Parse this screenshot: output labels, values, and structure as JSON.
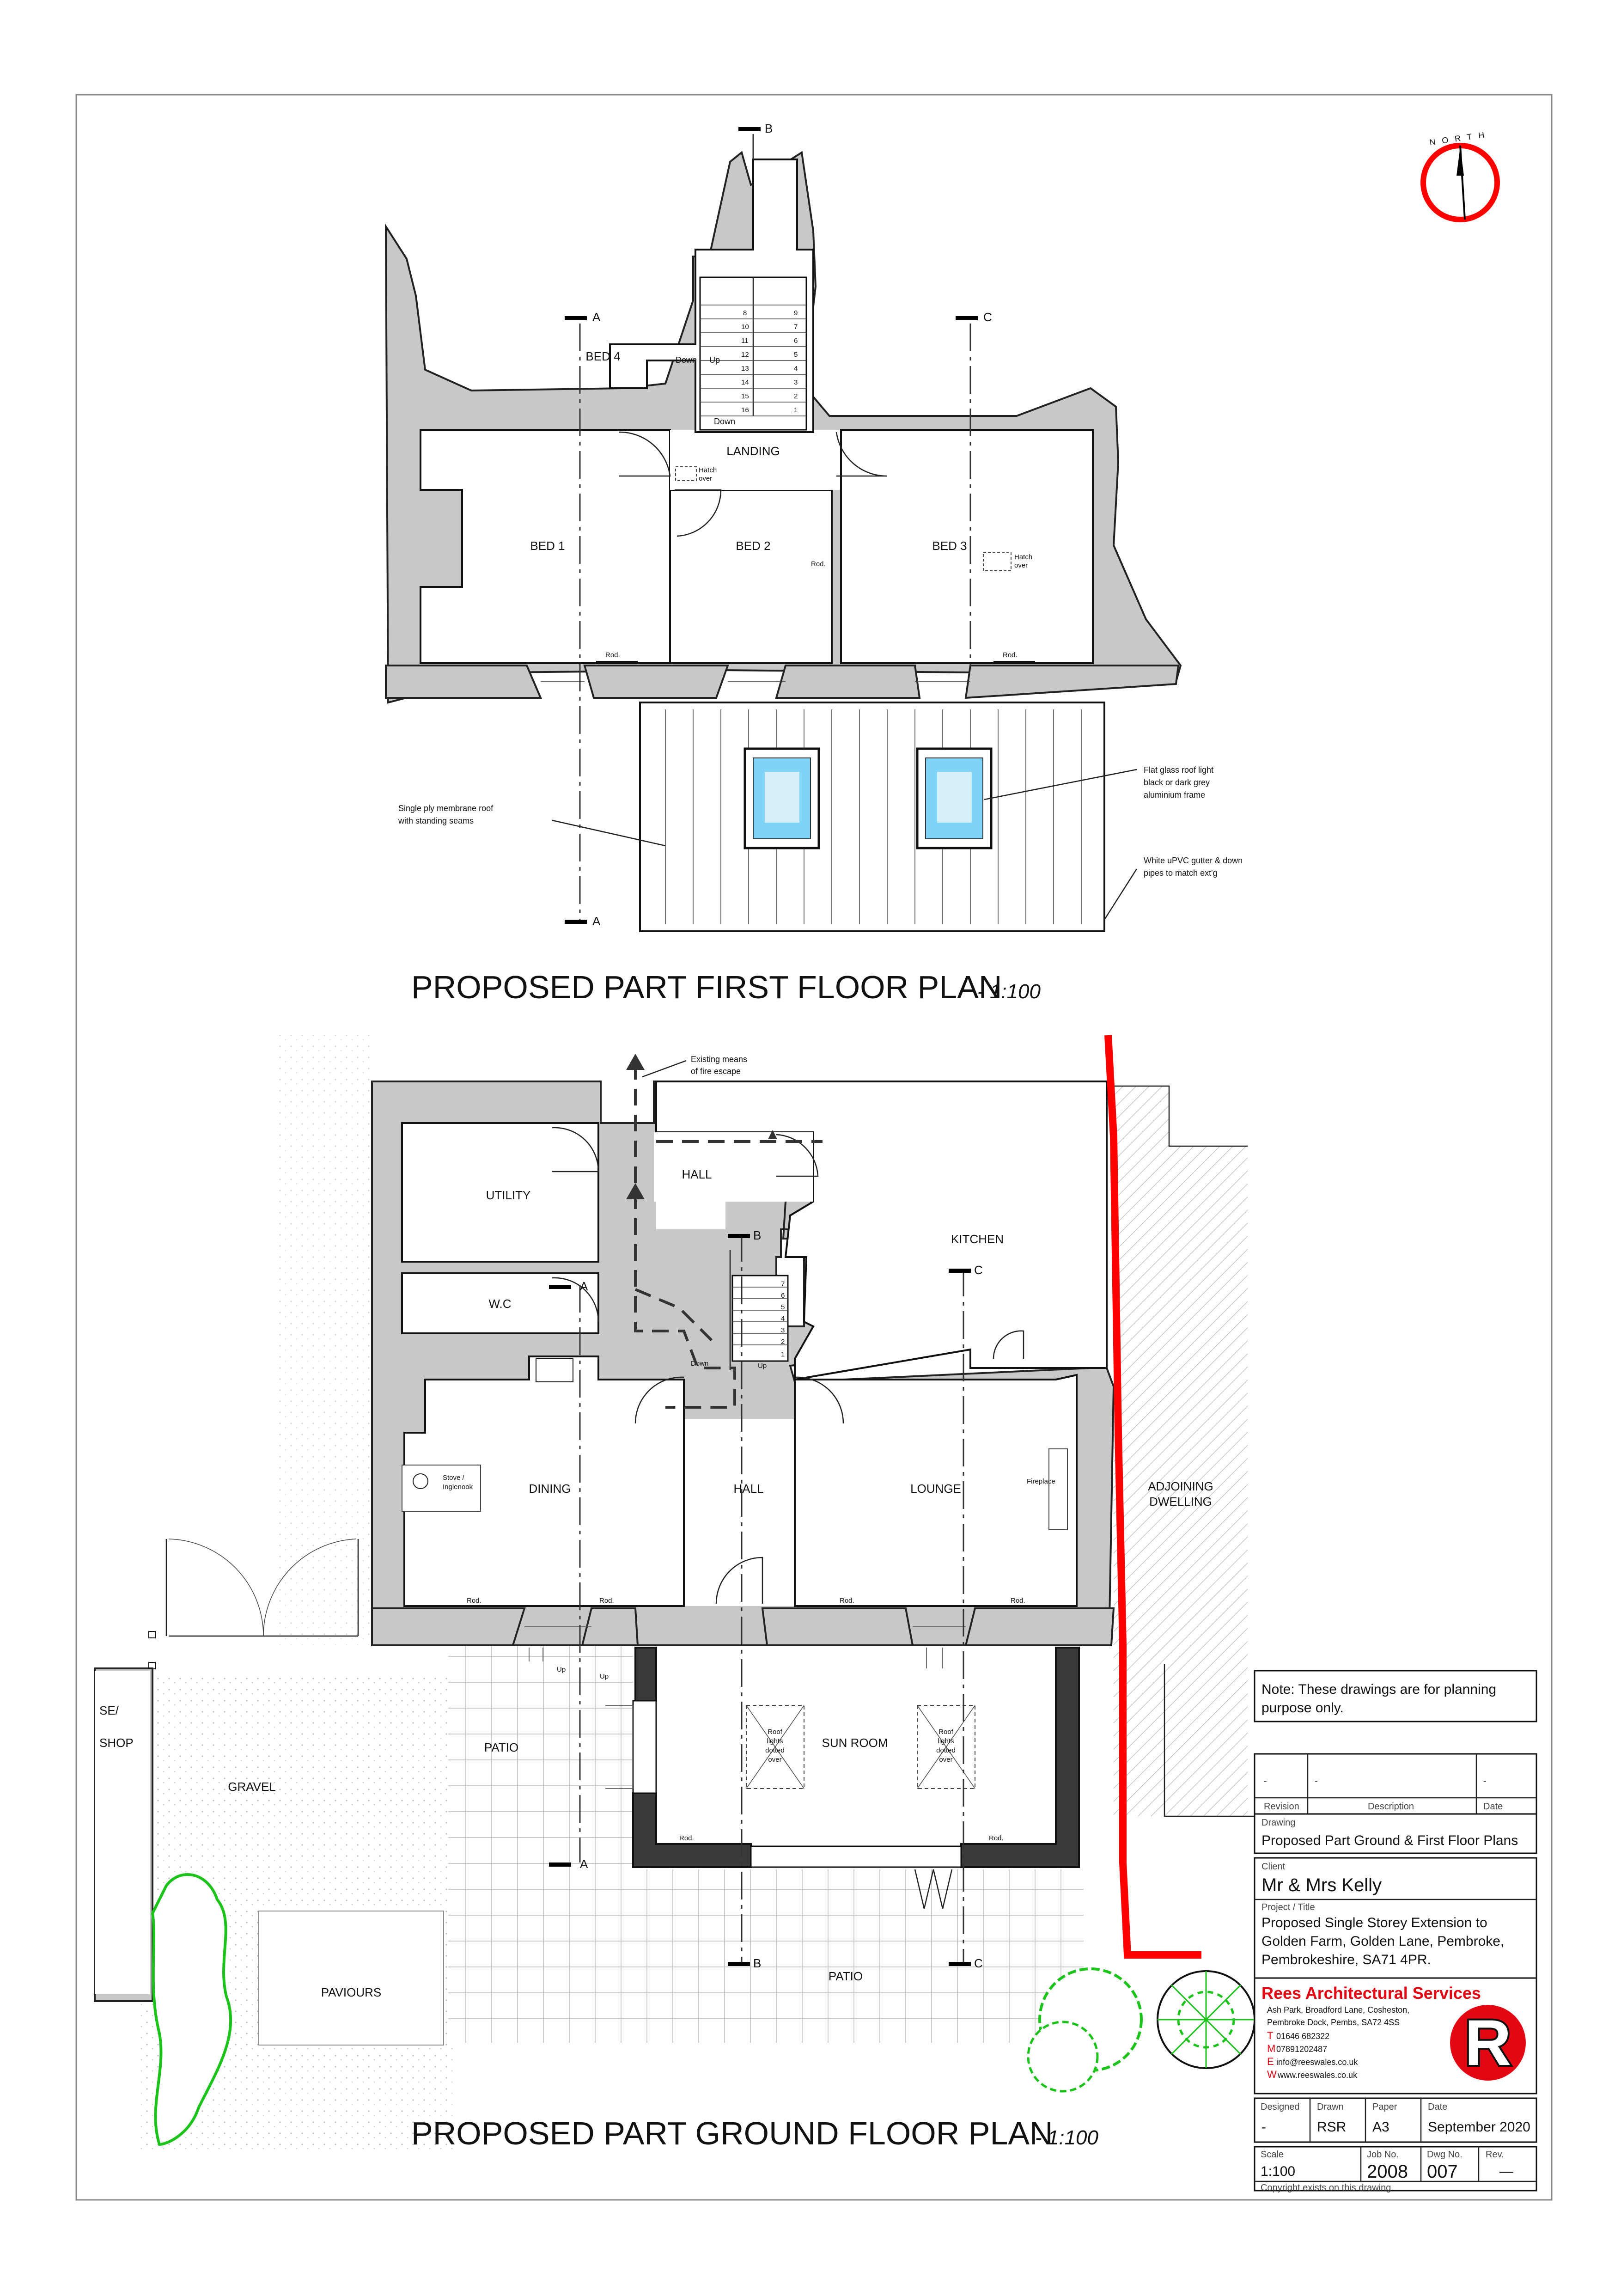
{
  "sheet": {
    "north_label": "NORTH"
  },
  "first_floor": {
    "title": "PROPOSED PART FIRST FLOOR PLAN",
    "scale": "- 1:100",
    "rooms": {
      "bed1": "BED 1",
      "bed2": "BED 2",
      "bed3": "BED 3",
      "bed4": "BED 4",
      "landing": "LANDING"
    },
    "labels": {
      "hatch": "Hatch",
      "over": "over",
      "rod": "Rod.",
      "down": "Down",
      "up": "Up",
      "stair_numbers": [
        "8",
        "9",
        "10",
        "7",
        "11",
        "6",
        "12",
        "5",
        "13",
        "4",
        "14",
        "3",
        "15",
        "2",
        "16",
        "1"
      ]
    },
    "notes": {
      "membrane_1": "Single ply membrane roof",
      "membrane_2": "with standing seams",
      "rooflight_1": "Flat glass roof light",
      "rooflight_2": "black or dark grey",
      "rooflight_3": "aluminium frame",
      "gutter_1": "White uPVC gutter & down",
      "gutter_2": "pipes to match ext'g"
    },
    "sections": {
      "a": "A",
      "b": "B",
      "c": "C"
    }
  },
  "ground_floor": {
    "title": "PROPOSED PART GROUND FLOOR PLAN",
    "scale": "- 1:100",
    "rooms": {
      "utility": "UTILITY",
      "wc": "W.C",
      "hall": "HALL",
      "kitchen": "KITCHEN",
      "dining": "DINING",
      "lounge": "LOUNGE",
      "sun_room": "SUN ROOM",
      "patio": "PATIO",
      "gravel": "GRAVEL",
      "paviours": "PAVIOURS",
      "adjoining_1": "ADJOINING",
      "adjoining_2": "DWELLING",
      "shop_1": "SE/",
      "shop_2": "SHOP"
    },
    "labels": {
      "fire_escape_1": "Existing means",
      "fire_escape_2": "of fire escape",
      "stove_1": "Stove /",
      "stove_2": "Inglenook",
      "fireplace": "Fireplace",
      "roof": "Roof",
      "lights": "lights",
      "dotted": "dotted",
      "over": "over",
      "rod": "Rod.",
      "up": "Up",
      "down": "Down",
      "stair_numbers": [
        "1",
        "2",
        "3",
        "4",
        "5",
        "6",
        "7"
      ]
    },
    "sections": {
      "a": "A",
      "b": "B",
      "c": "C"
    }
  },
  "title_block": {
    "note": "Note: These drawings are for planning purpose only.",
    "note_line1": "Note: These drawings are for planning",
    "note_line2": "purpose only.",
    "revision_dash": "-",
    "revision_head": "Revision",
    "description_head": "Description",
    "date_head": "Date",
    "drawing_label": "Drawing",
    "drawing": "Proposed Part Ground & First Floor Plans",
    "client_label": "Client",
    "client": "Mr & Mrs Kelly",
    "project_label": "Project / Title",
    "project_line1": "Proposed Single Storey Extension to",
    "project_line2": "Golden Farm, Golden Lane, Pembroke,",
    "project_line3": "Pembrokeshire, SA71 4PR.",
    "firm": "Rees Architectural Services",
    "address_1": "Ash Park, Broadford Lane, Cosheston,",
    "address_2": "Pembroke Dock, Pembs, SA72 4SS",
    "phone_t_key": "T",
    "phone_t": "01646 682322",
    "phone_m_key": "M",
    "phone_m": "07891202487",
    "email_key": "E",
    "email": "info@reeswales.co.uk",
    "web_key": "W",
    "web": "www.reeswales.co.uk",
    "logo_letter": "R",
    "designed_label": "Designed",
    "designed": "-",
    "drawn_label": "Drawn",
    "drawn": "RSR",
    "paper_label": "Paper",
    "paper": "A3",
    "date_label": "Date",
    "date": "September 2020",
    "scale_label": "Scale",
    "scale": "1:100",
    "job_label": "Job No.",
    "job": "2008",
    "dwg_label": "Dwg No.",
    "dwg": "007",
    "rev_label": "Rev.",
    "rev": "—",
    "copyright": "Copyright exists on this drawing"
  }
}
